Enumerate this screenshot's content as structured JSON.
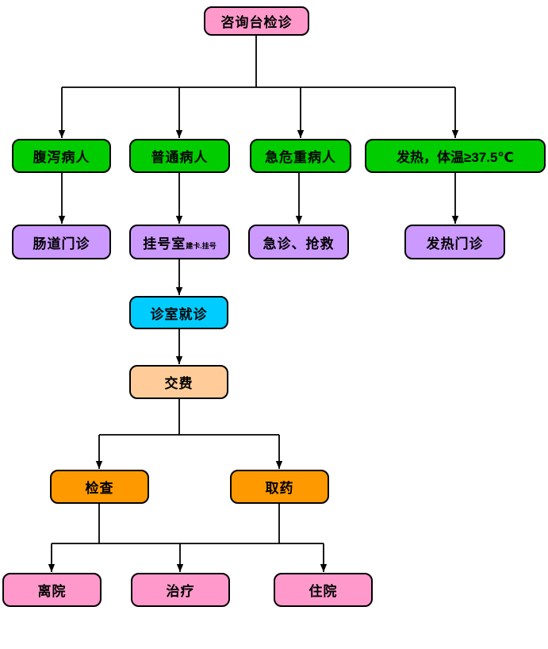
{
  "canvas": {
    "background": "#FFFFFF"
  },
  "colors": {
    "pink": "#FF99CC",
    "green": "#00CC00",
    "purple": "#CC99FF",
    "cyan": "#00CCFF",
    "peach": "#FFCC99",
    "orange": "#FF9900",
    "line": "#000000"
  },
  "nodes": {
    "consult_desk": {
      "label": "咨询台检诊"
    },
    "diarrhea_patient": {
      "label": "腹泻病人"
    },
    "ordinary_patient": {
      "label": "普通病人"
    },
    "critical_patient": {
      "label": "急危重病人"
    },
    "fever_patient": {
      "label": "发热，体温≥37.5℃"
    },
    "intestinal_clinic": {
      "label": "肠道门诊"
    },
    "registration_room": {
      "label": "挂号室",
      "sublabel": "建卡.挂号"
    },
    "emergency_rescue": {
      "label": "急诊、抢救"
    },
    "fever_clinic": {
      "label": "发热门诊"
    },
    "consulting_room": {
      "label": "诊室就诊"
    },
    "payment": {
      "label": "交费"
    },
    "examination": {
      "label": "检查"
    },
    "dispensary": {
      "label": "取药"
    },
    "discharge": {
      "label": "离院"
    },
    "treatment": {
      "label": "治疗"
    },
    "hospitalization": {
      "label": "住院"
    }
  },
  "edges": [
    {
      "from": "consult_desk",
      "to": "diarrhea_patient"
    },
    {
      "from": "consult_desk",
      "to": "ordinary_patient"
    },
    {
      "from": "consult_desk",
      "to": "critical_patient"
    },
    {
      "from": "consult_desk",
      "to": "fever_patient"
    },
    {
      "from": "diarrhea_patient",
      "to": "intestinal_clinic"
    },
    {
      "from": "ordinary_patient",
      "to": "registration_room"
    },
    {
      "from": "critical_patient",
      "to": "emergency_rescue"
    },
    {
      "from": "fever_patient",
      "to": "fever_clinic"
    },
    {
      "from": "registration_room",
      "to": "consulting_room"
    },
    {
      "from": "consulting_room",
      "to": "payment"
    },
    {
      "from": "payment",
      "to": "examination"
    },
    {
      "from": "payment",
      "to": "dispensary"
    },
    {
      "from": "examination",
      "to": "discharge"
    },
    {
      "from": "examination",
      "to": "treatment"
    },
    {
      "from": "examination",
      "to": "hospitalization"
    },
    {
      "from": "dispensary",
      "to": "discharge"
    },
    {
      "from": "dispensary",
      "to": "treatment"
    },
    {
      "from": "dispensary",
      "to": "hospitalization"
    }
  ]
}
